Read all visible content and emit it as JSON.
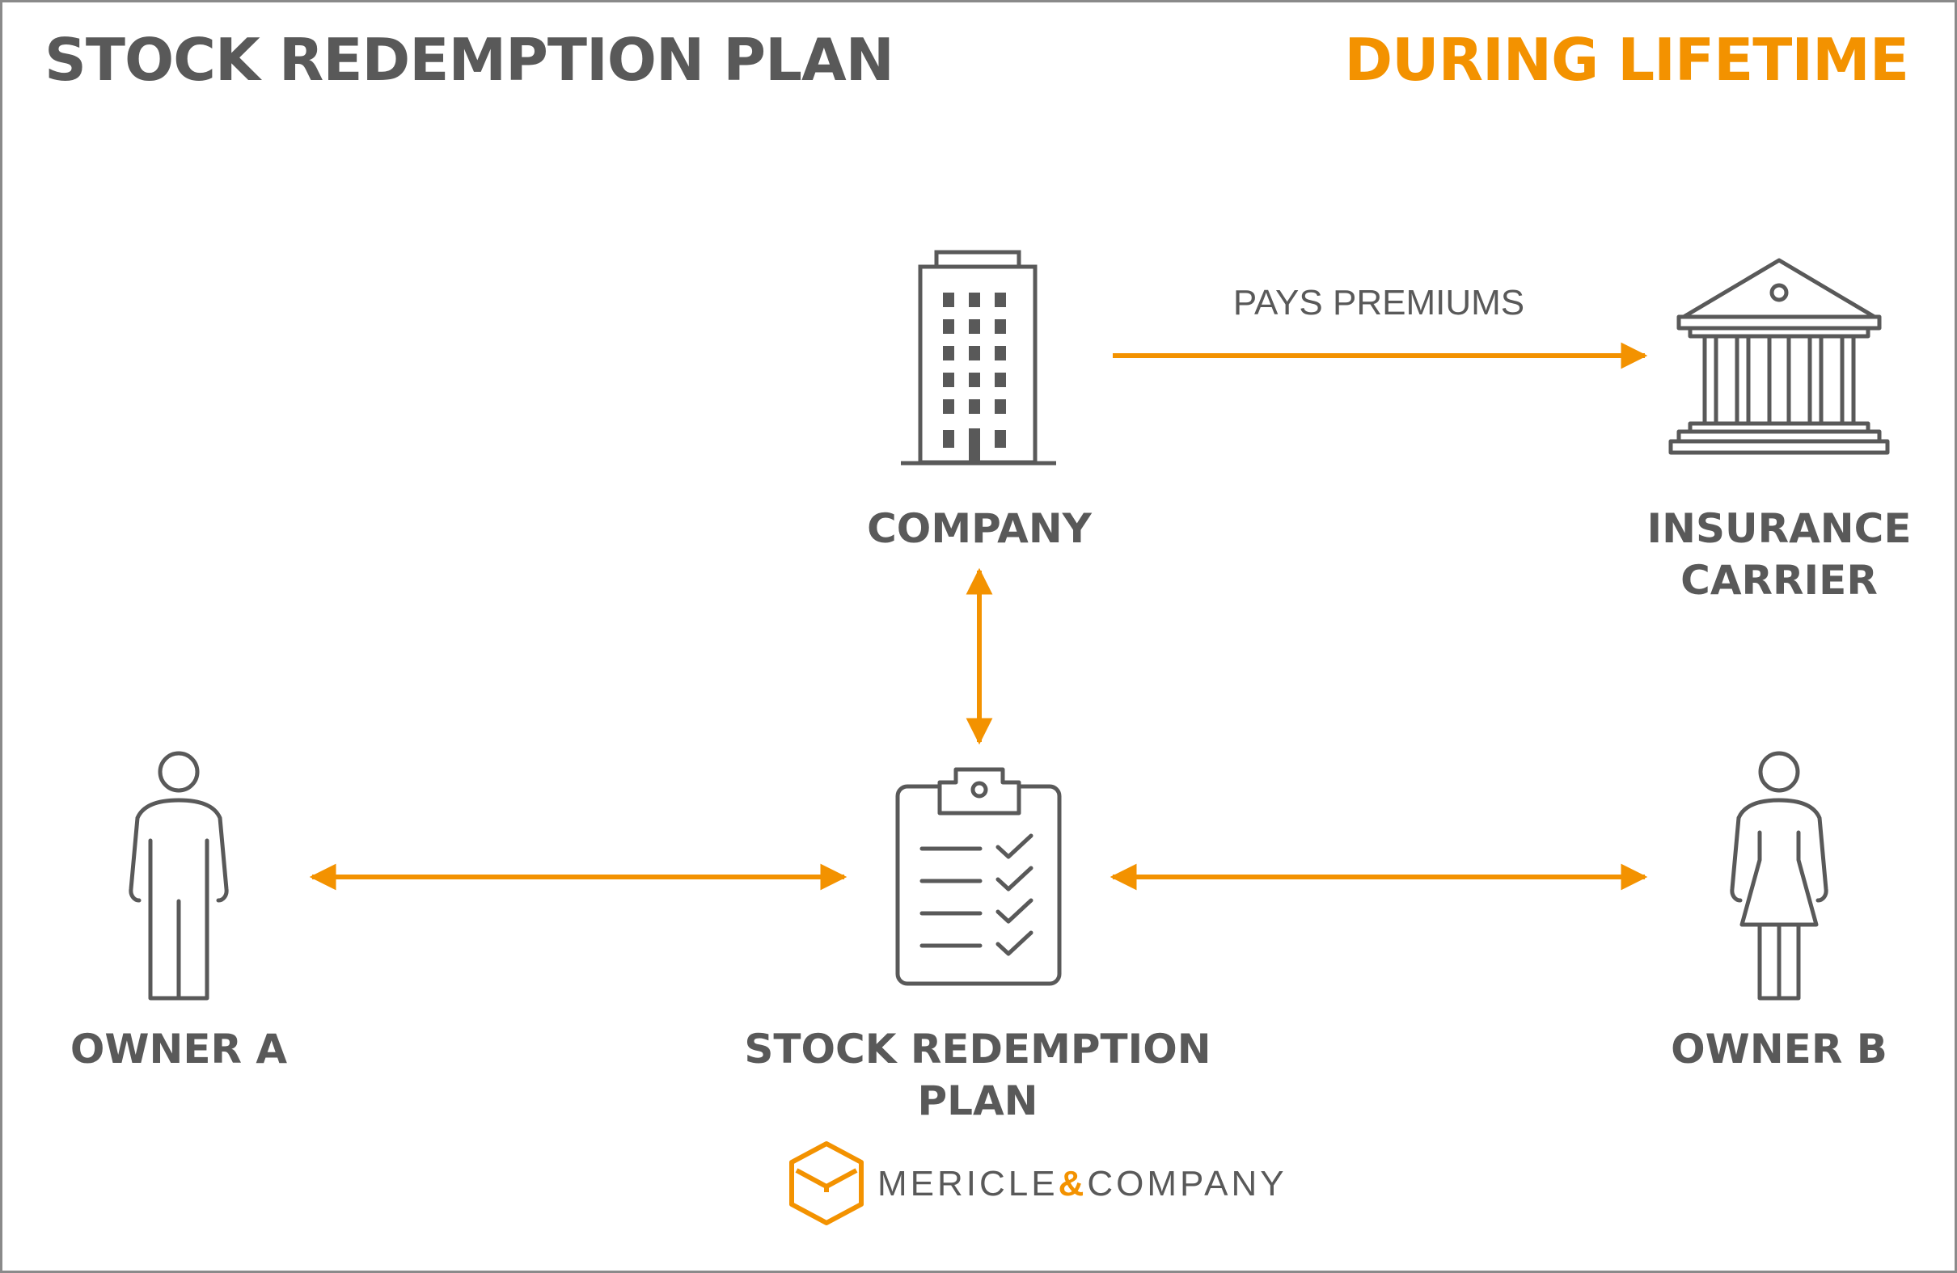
{
  "header": {
    "title": "STOCK REDEMPTION PLAN",
    "phase": "DURING LIFETIME"
  },
  "nodes": {
    "company": {
      "lines": [
        "COMPANY"
      ],
      "icon": "office-building-icon"
    },
    "insurance": {
      "lines": [
        "INSURANCE",
        "CARRIER"
      ],
      "icon": "bank-building-icon"
    },
    "plan": {
      "lines": [
        "STOCK REDEMPTION",
        "PLAN"
      ],
      "icon": "clipboard-checklist-icon"
    },
    "owner_a": {
      "lines": [
        "OWNER A"
      ],
      "icon": "man-icon"
    },
    "owner_b": {
      "lines": [
        "OWNER B"
      ],
      "icon": "woman-icon"
    }
  },
  "edges": [
    {
      "from": "company",
      "to": "insurance",
      "direction": "one-way",
      "label": "PAYS PREMIUMS"
    },
    {
      "from": "company",
      "to": "plan",
      "direction": "two-way",
      "label": ""
    },
    {
      "from": "owner_a",
      "to": "plan",
      "direction": "two-way",
      "label": ""
    },
    {
      "from": "plan",
      "to": "owner_b",
      "direction": "two-way",
      "label": ""
    }
  ],
  "logo": {
    "brand_left": "MERICLE",
    "brand_amp": "&",
    "brand_right": "COMPANY",
    "icon": "cube-logo-icon"
  },
  "colors": {
    "accent": "#f39200",
    "text": "#595959",
    "border": "#8a8a8a"
  }
}
